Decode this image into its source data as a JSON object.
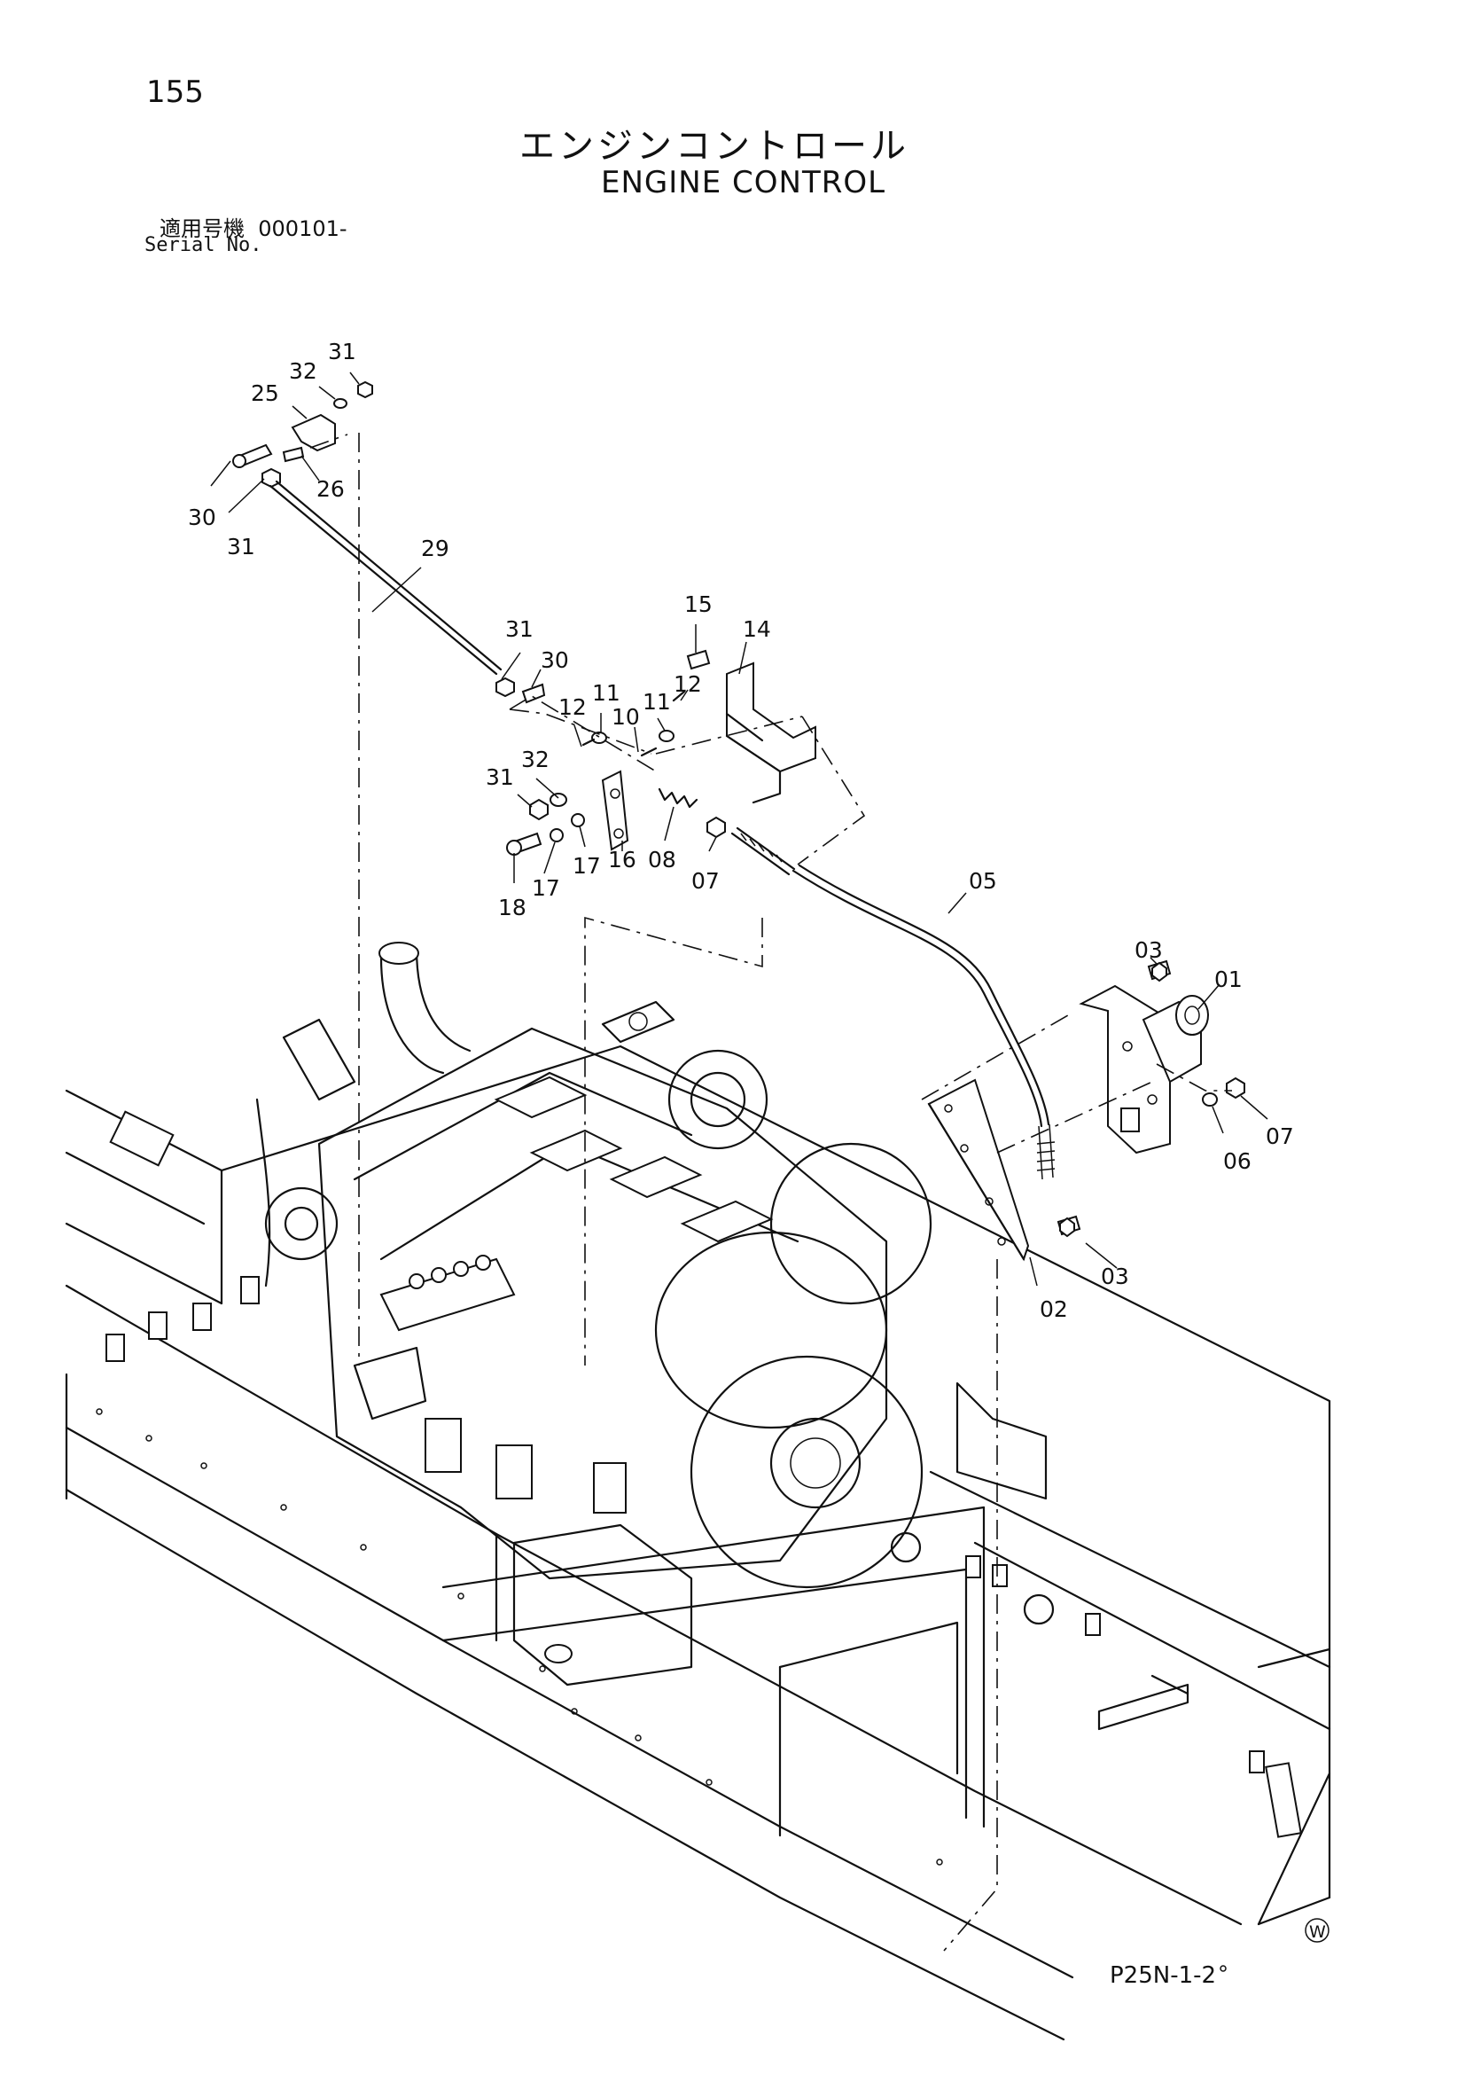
{
  "page": {
    "number": "155",
    "title_jp": "エンジンコントロール",
    "title_en": "ENGINE CONTROL",
    "serial_label_jp": "適用号機",
    "serial_value": "000101-",
    "serial_label_en": "Serial No.",
    "drawing_ref": "P25N-1-2",
    "marker": "W"
  },
  "callouts": [
    "01",
    "02",
    "03",
    "03",
    "05",
    "06",
    "07",
    "07",
    "08",
    "10",
    "11",
    "11",
    "12",
    "12",
    "14",
    "15",
    "16",
    "17",
    "17",
    "18",
    "25",
    "26",
    "29",
    "30",
    "30",
    "31",
    "31",
    "31",
    "31",
    "32",
    "32"
  ]
}
